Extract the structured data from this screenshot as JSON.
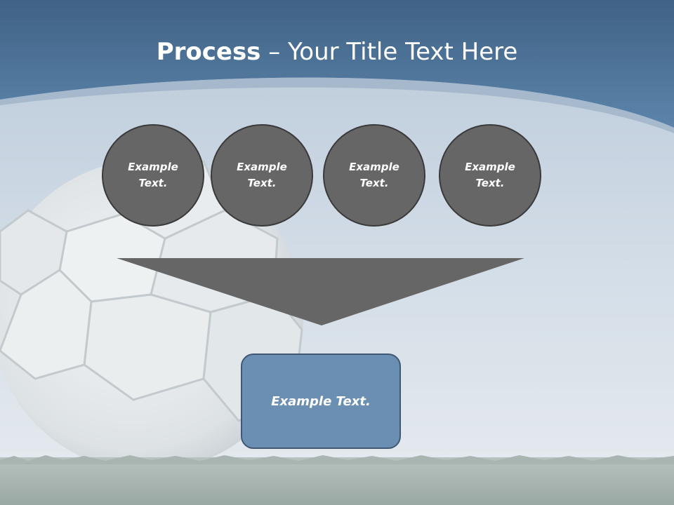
{
  "slide": {
    "title_bold": "Process",
    "title_rest": " – Your Title Text Here"
  },
  "steps": [
    {
      "text": "Example Text."
    },
    {
      "text": "Example Text."
    },
    {
      "text": "Example Text."
    },
    {
      "text": "Example Text."
    }
  ],
  "result": {
    "text": "Example Text."
  },
  "colors": {
    "header_blue": "#4e7296",
    "circle_fill": "#666666",
    "funnel_fill": "#666666",
    "result_fill": "#6b8fb3"
  }
}
